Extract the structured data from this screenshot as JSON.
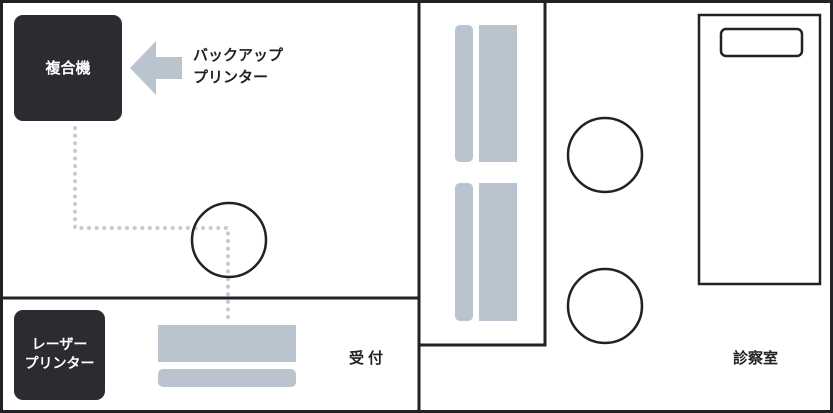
{
  "devices": {
    "mfp_label": "複合機",
    "laser_label_line1": "レーザー",
    "laser_label_line2": "プリンター"
  },
  "annotations": {
    "backup_line1": "バックアップ",
    "backup_line2": "プリンター"
  },
  "rooms": {
    "reception": "受付",
    "exam_room": "診察室"
  },
  "colors": {
    "wall": "#222226",
    "furniture": "#b9c4ce",
    "device": "#2b2b30",
    "network_dots": "#c2ccd4"
  }
}
